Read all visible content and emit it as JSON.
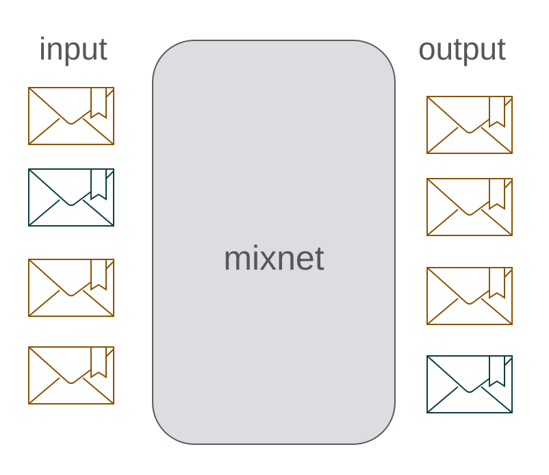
{
  "labels": {
    "input": "input",
    "output": "output",
    "mixnet": "mixnet"
  },
  "colors": {
    "orange": "#8a5200",
    "teal": "#0b3e42"
  },
  "input_envelopes": [
    "orange",
    "teal",
    "orange",
    "orange"
  ],
  "output_envelopes": [
    "orange",
    "orange",
    "orange",
    "teal"
  ]
}
